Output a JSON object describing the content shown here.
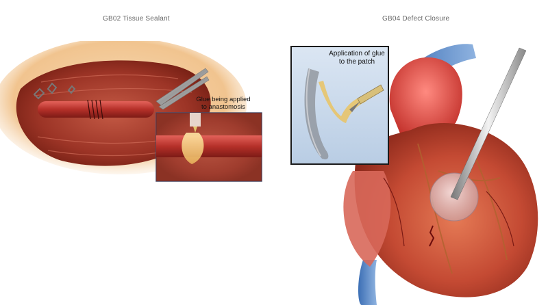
{
  "panels": {
    "left": {
      "title": "GB02 Tissue Sealant",
      "inset_caption_line1": "Glue being applied",
      "inset_caption_line2": "to anastomosis"
    },
    "right": {
      "title": "GB04 Defect Closure",
      "inset_caption_line1": "Application of glue",
      "inset_caption_line2": "to the patch"
    }
  }
}
